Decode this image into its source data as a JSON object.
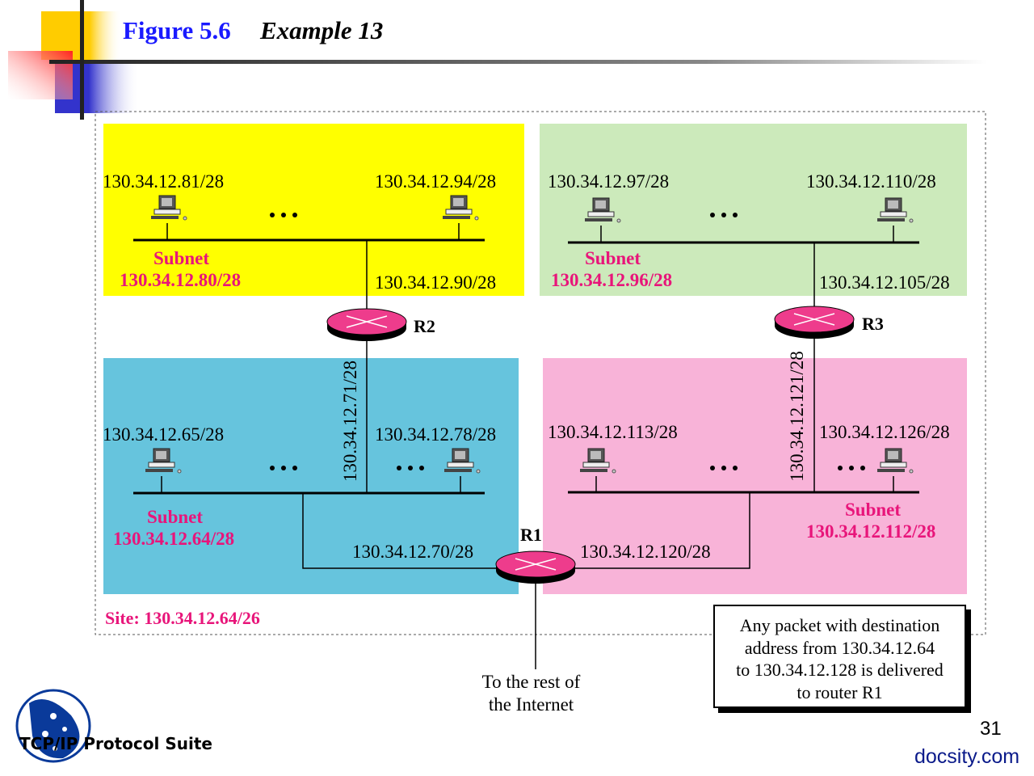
{
  "header": {
    "figure": "Figure 5.6",
    "example": "Example 13"
  },
  "subnets": {
    "yellow": {
      "left_host": "130.34.12.81/28",
      "right_host": "130.34.12.94/28",
      "label": "Subnet",
      "address": "130.34.12.80/28",
      "router_if": "130.34.12.90/28"
    },
    "green": {
      "left_host": "130.34.12.97/28",
      "right_host": "130.34.12.110/28",
      "label": "Subnet",
      "address": "130.34.12.96/28",
      "router_if": "130.34.12.105/28"
    },
    "blue": {
      "left_host": "130.34.12.65/28",
      "right_host": "130.34.12.78/28",
      "label": "Subnet",
      "address": "130.34.12.64/28",
      "router_if_r2": "130.34.12.71/28",
      "router_if_r1": "130.34.12.70/28"
    },
    "pink": {
      "left_host": "130.34.12.113/28",
      "right_host": "130.34.12.126/28",
      "label": "Subnet",
      "address": "130.34.12.112/28",
      "router_if_r3": "130.34.12.121/28",
      "router_if_r1": "130.34.12.120/28"
    }
  },
  "routers": {
    "r1": "R1",
    "r2": "R2",
    "r3": "R3"
  },
  "site": "Site: 130.34.12.64/26",
  "internet": {
    "line1": "To the rest of",
    "line2": "the Internet"
  },
  "note": {
    "line1": "Any packet with destination",
    "line2": "address from 130.34.12.64",
    "line3": "to 130.34.12.128 is delivered",
    "line4": "to router R1"
  },
  "footer": {
    "suite": "TCP/IP Protocol Suite",
    "page": "31",
    "watermark": "docsity.com"
  },
  "colors": {
    "yellow": "#ffff00",
    "green": "#cceabb",
    "blue": "#66c4dd",
    "pink": "#f8b3d8",
    "accent": "#e8157a",
    "router": "#ee3c8c"
  }
}
